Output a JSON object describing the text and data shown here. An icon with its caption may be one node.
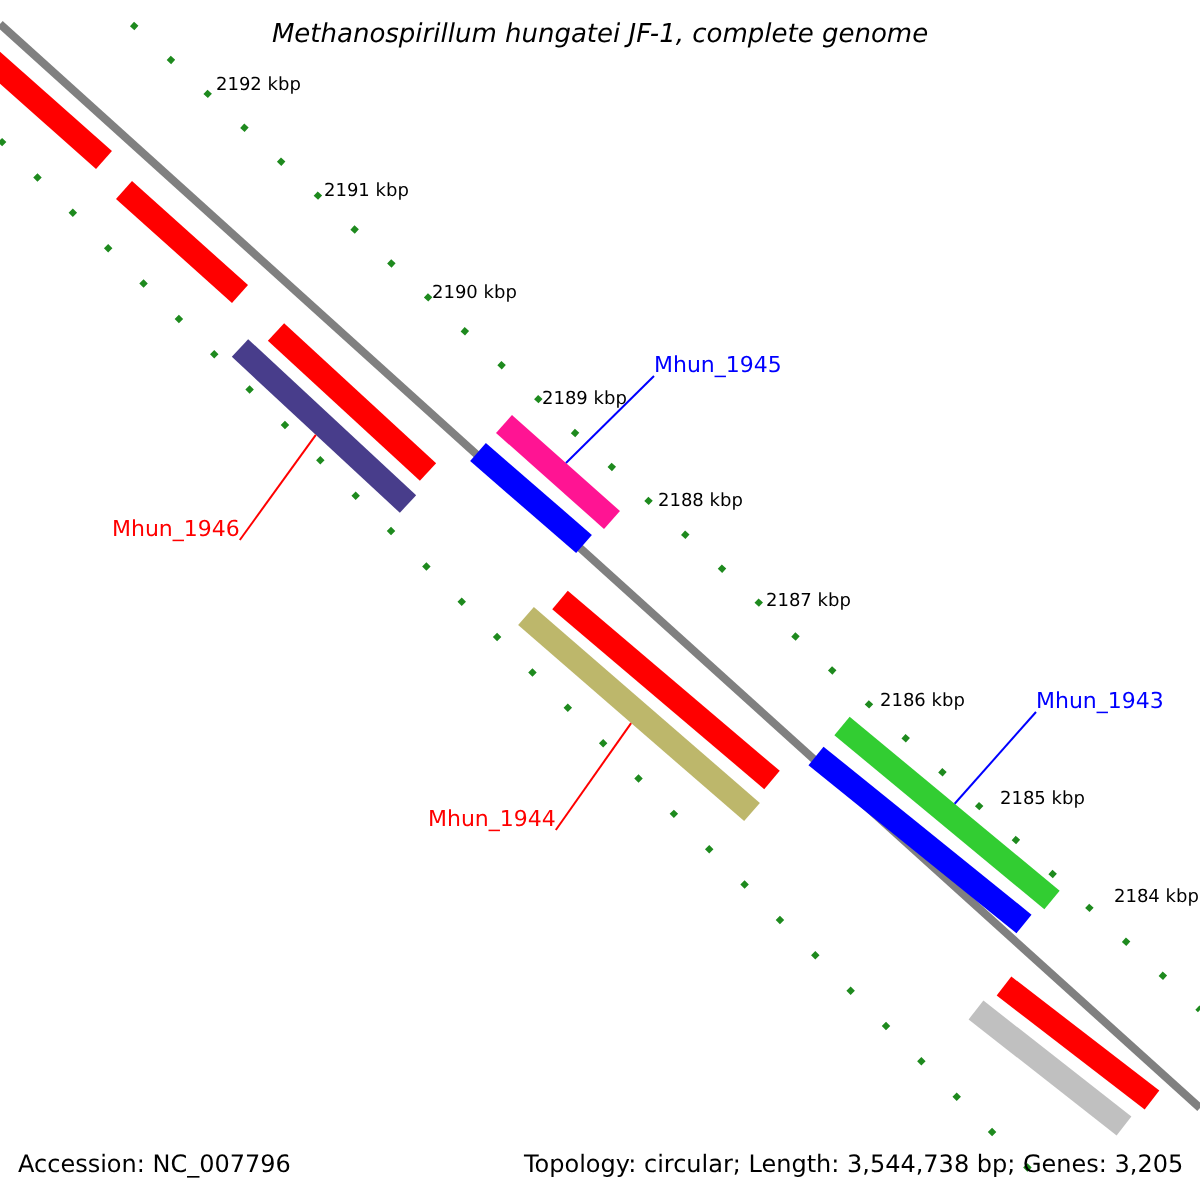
{
  "diagram": {
    "title": "Methanospirillum hungatei JF-1, complete genome",
    "nodes": [
      {
        "text": [
          "Mhun_1945"
        ]
      },
      {
        "text": [],
        "shape": "bar"
      },
      {
        "text": [
          "Mhun_1946"
        ]
      },
      {
        "text": [],
        "shape": "bar"
      },
      {
        "text": [
          "Mhun_1944"
        ]
      },
      {
        "text": [],
        "shape": "bar"
      },
      {
        "text": [
          "Mhun_1943"
        ]
      },
      {
        "text": [],
        "shape": "bar"
      }
    ],
    "edges": [
      {
        "from": 0,
        "to": 1,
        "arrow": "none",
        "color": "#0000ff"
      },
      {
        "from": 2,
        "to": 3,
        "arrow": "none",
        "color": "#ff0000"
      },
      {
        "from": 4,
        "to": 5,
        "arrow": "none",
        "color": "#ff0000"
      },
      {
        "from": 6,
        "to": 7,
        "arrow": "none",
        "color": "#0000ff"
      }
    ],
    "labels": [
      "2192 kbp",
      "2191 kbp",
      "2190 kbp",
      "2189 kbp",
      "2188 kbp",
      "2187 kbp",
      "2186 kbp",
      "2185 kbp",
      "2184 kbp",
      "Accession: NC_007796",
      "Topology: circular; Length: 3,544,738 bp; Genes: 3,205"
    ]
  }
}
